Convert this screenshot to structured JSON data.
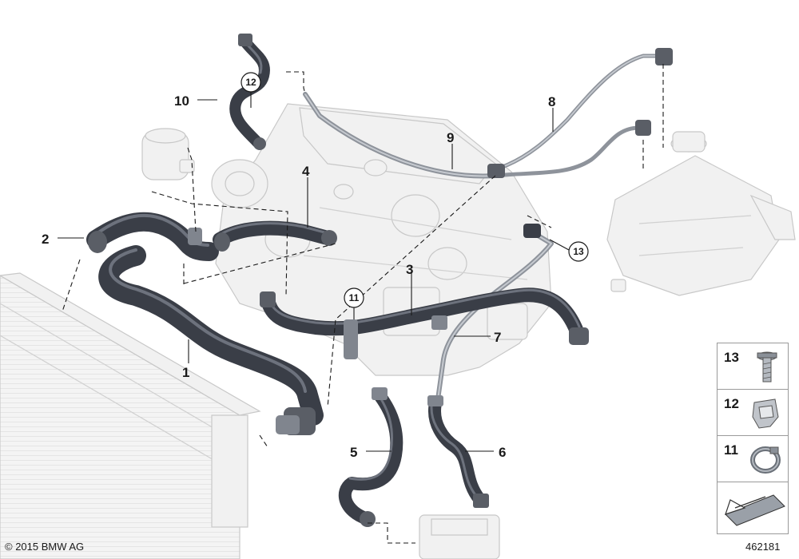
{
  "diagram": {
    "copyright": "© 2015 BMW AG",
    "diagram_id": "462181",
    "callouts": [
      {
        "id": "1",
        "label": "1"
      },
      {
        "id": "2",
        "label": "2"
      },
      {
        "id": "3",
        "label": "3"
      },
      {
        "id": "4",
        "label": "4"
      },
      {
        "id": "5",
        "label": "5"
      },
      {
        "id": "6",
        "label": "6"
      },
      {
        "id": "7",
        "label": "7"
      },
      {
        "id": "8",
        "label": "8"
      },
      {
        "id": "9",
        "label": "9"
      },
      {
        "id": "10",
        "label": "10"
      },
      {
        "id": "11",
        "label": "11"
      },
      {
        "id": "12",
        "label": "12"
      },
      {
        "id": "13",
        "label": "13"
      }
    ],
    "legend": [
      {
        "label": "13",
        "icon": "bolt-icon"
      },
      {
        "label": "12",
        "icon": "clamp-clip-icon"
      },
      {
        "label": "11",
        "icon": "hose-clamp-icon"
      }
    ],
    "legend_arrow_icon": "direction-arrow-icon",
    "colors": {
      "hose": "#3a3e47",
      "hose_highlight": "#7d8390",
      "pipe": "#8e939b",
      "ghost": "#f1f1f1",
      "ghost_stroke": "#c8c8c8",
      "text": "#1a1a1a"
    }
  }
}
